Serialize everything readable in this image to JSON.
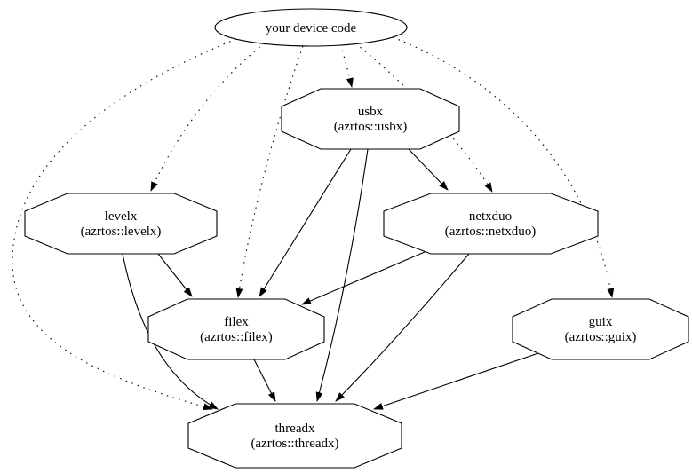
{
  "graph": {
    "type": "dependency-graph",
    "nodes": [
      {
        "id": "device-code",
        "label": "your device code",
        "shape": "ellipse"
      },
      {
        "id": "usbx",
        "label": "usbx",
        "sublabel": "(azrtos::usbx)",
        "shape": "octagon"
      },
      {
        "id": "levelx",
        "label": "levelx",
        "sublabel": "(azrtos::levelx)",
        "shape": "octagon"
      },
      {
        "id": "netxduo",
        "label": "netxduo",
        "sublabel": "(azrtos::netxduo)",
        "shape": "octagon"
      },
      {
        "id": "filex",
        "label": "filex",
        "sublabel": "(azrtos::filex)",
        "shape": "octagon"
      },
      {
        "id": "guix",
        "label": "guix",
        "sublabel": "(azrtos::guix)",
        "shape": "octagon"
      },
      {
        "id": "threadx",
        "label": "threadx",
        "sublabel": "(azrtos::threadx)",
        "shape": "octagon"
      }
    ],
    "edges": [
      {
        "from": "device-code",
        "to": "usbx",
        "style": "dotted"
      },
      {
        "from": "device-code",
        "to": "levelx",
        "style": "dotted"
      },
      {
        "from": "device-code",
        "to": "filex",
        "style": "dotted"
      },
      {
        "from": "device-code",
        "to": "netxduo",
        "style": "dotted"
      },
      {
        "from": "device-code",
        "to": "guix",
        "style": "dotted"
      },
      {
        "from": "device-code",
        "to": "threadx",
        "style": "dotted"
      },
      {
        "from": "usbx",
        "to": "netxduo",
        "style": "solid"
      },
      {
        "from": "usbx",
        "to": "filex",
        "style": "solid"
      },
      {
        "from": "usbx",
        "to": "threadx",
        "style": "solid"
      },
      {
        "from": "levelx",
        "to": "filex",
        "style": "solid"
      },
      {
        "from": "levelx",
        "to": "threadx",
        "style": "solid"
      },
      {
        "from": "netxduo",
        "to": "filex",
        "style": "solid"
      },
      {
        "from": "netxduo",
        "to": "threadx",
        "style": "solid"
      },
      {
        "from": "filex",
        "to": "threadx",
        "style": "solid"
      },
      {
        "from": "guix",
        "to": "threadx",
        "style": "solid"
      }
    ],
    "colors": {
      "background": "#ffffff",
      "node_fill": "#ffffff",
      "node_stroke": "#000000",
      "edge": "#000000",
      "text": "#000000"
    }
  }
}
